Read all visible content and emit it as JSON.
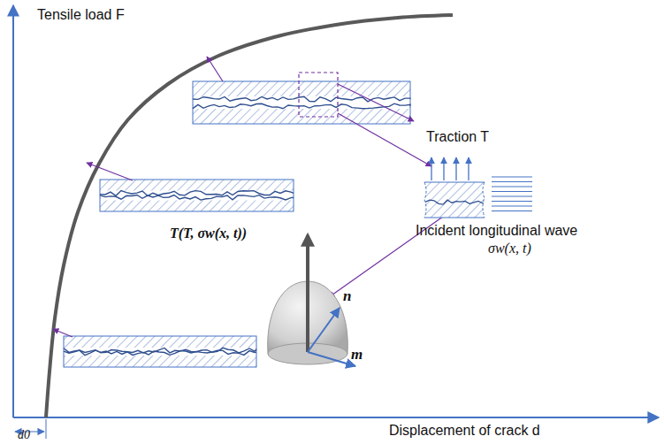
{
  "diagram": {
    "labels": [
      "Tensile load F",
      "Traction T",
      "Incident longitudinal wave",
      "σw(x, t)",
      "T(T, σw(x, t))",
      "n",
      "m",
      "d0",
      "Displacement of crack d"
    ]
  }
}
